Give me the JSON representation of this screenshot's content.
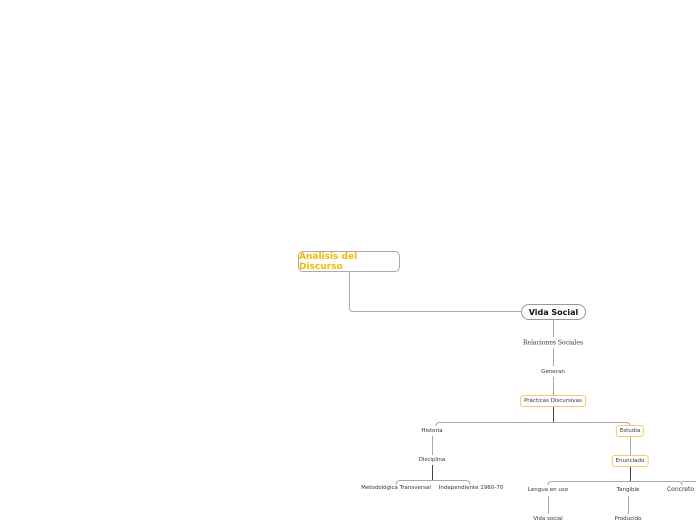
{
  "root": {
    "label": "Análisis del Discurso",
    "color": "#f5b800"
  },
  "main": {
    "label": "Vida Social"
  },
  "nodes": {
    "relaciones": "Relaciones Sociales",
    "generan": "Generan",
    "practicas": "Prácticas Discursivas",
    "historia": "Historia",
    "disciplina": "Disciplina",
    "metodologica": "Metodológica Transversal",
    "independiente": "Independiente 1960-70",
    "estudia": "Estudia",
    "enunciado": "Enunciado",
    "lengua": "Lengua en uso",
    "tangible": "Tangible",
    "concreto": "Concreto",
    "vida_social": "Vida social",
    "producido": "Producido"
  },
  "colors": {
    "highlight_border": "#f7c96b",
    "line": "#aaaaaa",
    "line_dark": "#444444"
  }
}
